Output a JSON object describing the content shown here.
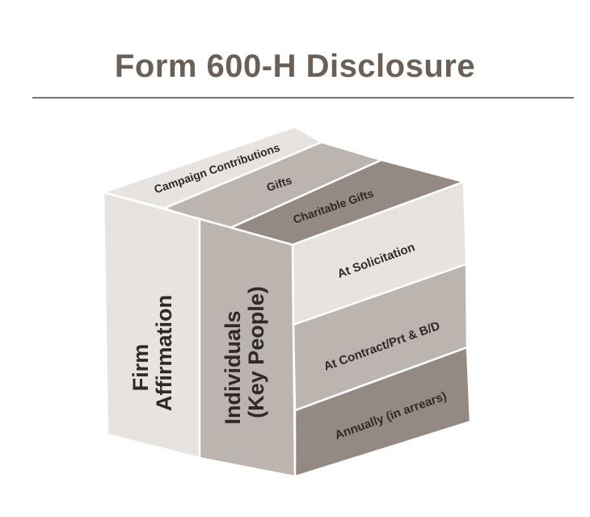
{
  "title": "Form 600-H Disclosure",
  "top_face": [
    "Campaign Contributions",
    "Gifts",
    "Charitable Gifts"
  ],
  "left_face": {
    "firm": [
      "Firm",
      "Affirmation"
    ],
    "individuals": [
      "Individuals",
      "(Key People)"
    ]
  },
  "right_face": [
    "At Solicitation",
    "At Contract/Prt & B/D",
    "Annually (in arrears)"
  ],
  "colors": {
    "light": "#e6e3e1",
    "mid": "#bcb4ae",
    "dark": "#958a83",
    "title": "#6b6058"
  }
}
